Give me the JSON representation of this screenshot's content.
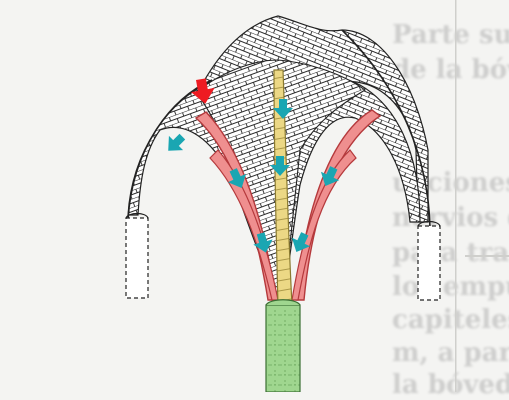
{
  "background_text": {
    "lines": [
      "Parte superior",
      "de la bóveda",
      "",
      "ucciones",
      "nervios del",
      "para tra",
      "los empujes",
      "capiteles de",
      "m, a partir de",
      "la bóveda."
    ]
  },
  "colors": {
    "page_bg": "#f4f4f2",
    "web_fill": "#ffffff",
    "web_stroke": "#222222",
    "red_ribs": "#ef8f8f",
    "red_rib_line": "#b5393c",
    "yellow_rib": "#ecd885",
    "green_column": "#9fd68f",
    "cyan_arrow": "#1aa6b2",
    "red_arrow": "#ee1b22"
  },
  "arrows": {
    "red": [
      {
        "name": "red-arrow-icon"
      }
    ],
    "cyan": [
      {
        "name": "cyan-arrow-icon-upper-left"
      },
      {
        "name": "cyan-arrow-icon-center-top"
      },
      {
        "name": "cyan-arrow-icon-left-mid"
      },
      {
        "name": "cyan-arrow-icon-center-mid"
      },
      {
        "name": "cyan-arrow-icon-right-mid"
      },
      {
        "name": "cyan-arrow-icon-lower-left"
      },
      {
        "name": "cyan-arrow-icon-lower-right"
      }
    ]
  }
}
